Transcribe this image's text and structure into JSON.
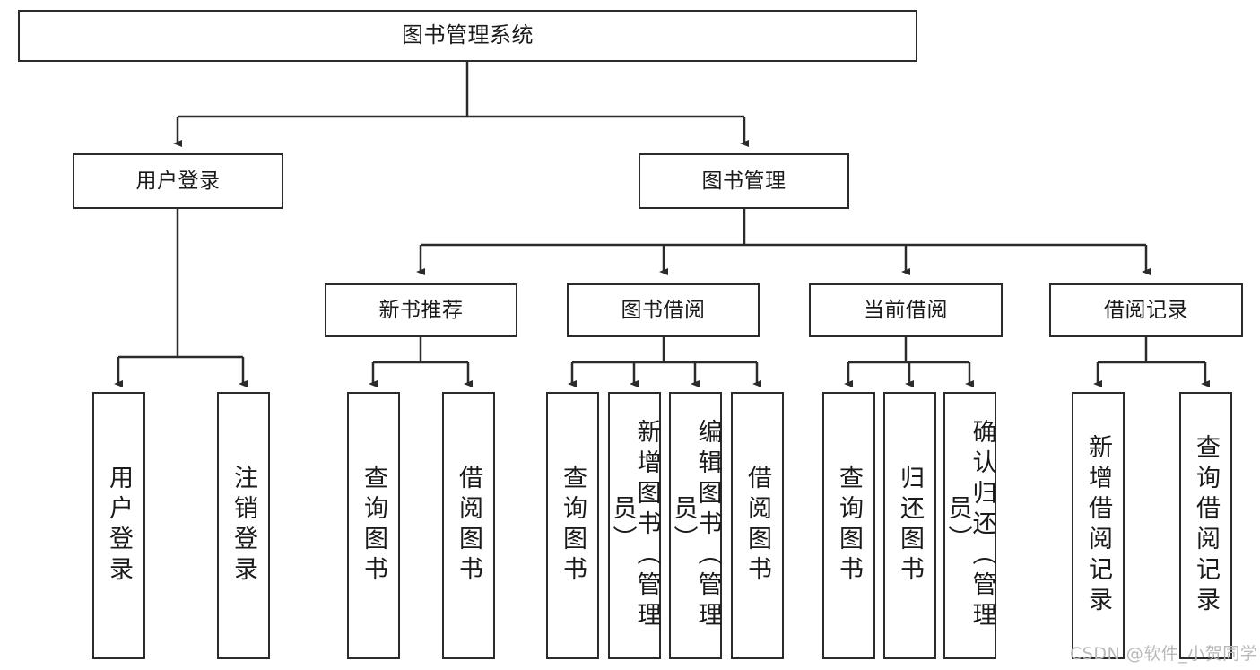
{
  "diagram": {
    "type": "tree",
    "title": "图书管理系统",
    "root": {
      "label": "图书管理系统"
    },
    "level2": [
      {
        "label": "用户登录"
      },
      {
        "label": "图书管理"
      }
    ],
    "level3": [
      {
        "label": "新书推荐"
      },
      {
        "label": "图书借阅"
      },
      {
        "label": "当前借阅"
      },
      {
        "label": "借阅记录"
      }
    ],
    "leaves": {
      "user_login": [
        {
          "label": "用户登录"
        },
        {
          "label": "注销登录"
        }
      ],
      "new_book_recommend": [
        {
          "label": "查询图书"
        },
        {
          "label": "借阅图书"
        }
      ],
      "book_borrow": [
        {
          "label": "查询图书"
        },
        {
          "label": "新增图书（管理员）"
        },
        {
          "label": "编辑图书（管理员）"
        },
        {
          "label": "借阅图书"
        }
      ],
      "current_borrow": [
        {
          "label": "查询图书"
        },
        {
          "label": "归还图书"
        },
        {
          "label": "确认归还（管理员）"
        }
      ],
      "borrow_records": [
        {
          "label": "新增借阅记录"
        },
        {
          "label": "查询借阅记录"
        }
      ]
    }
  },
  "watermark": {
    "text": "CSDN @软件_小贺同学"
  },
  "colors": {
    "border": "#2b2b2b",
    "background": "#ffffff",
    "text": "#1a1a1a",
    "watermark": "#b9b9b9"
  }
}
